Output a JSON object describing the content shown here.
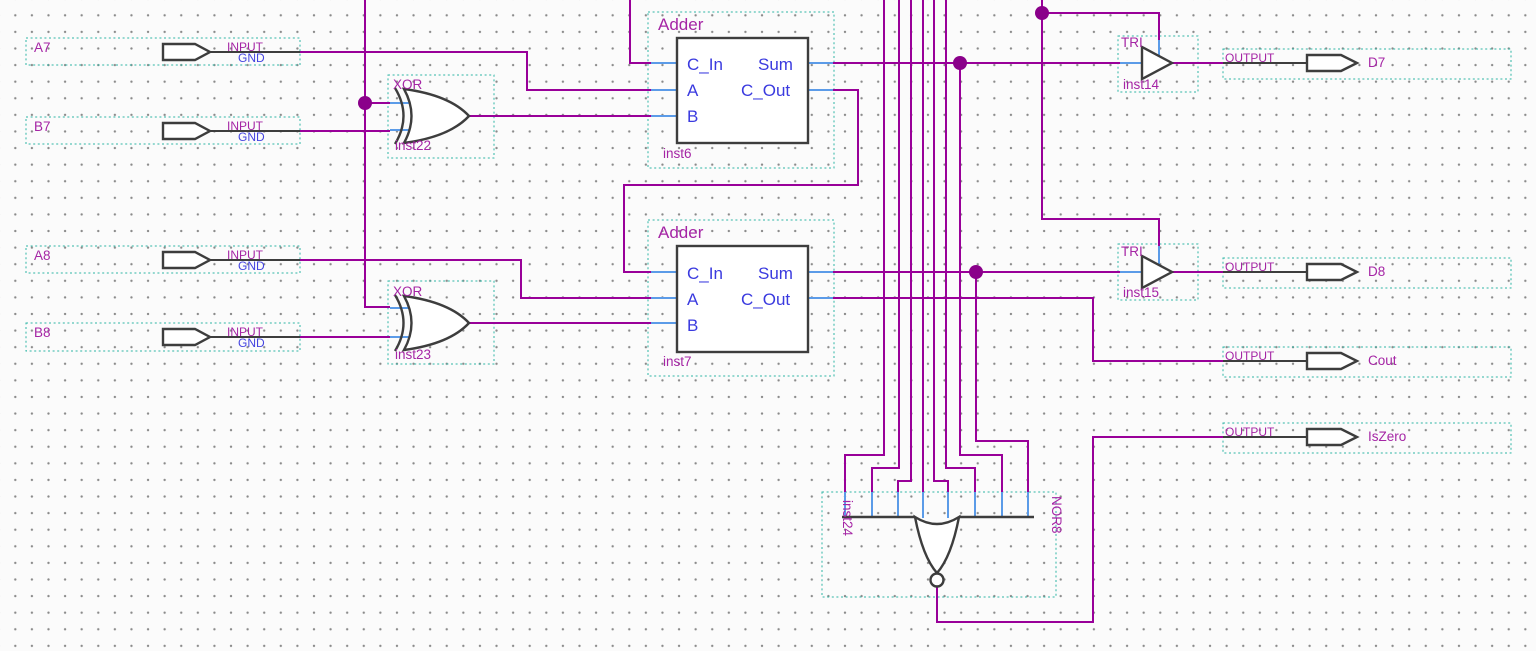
{
  "colors": {
    "wire": "#990099",
    "junction_dot": "#8A008A",
    "port_stub": "#5B9BE8",
    "port_text": "#3A3ADF",
    "symbol_outline": "#3d3d3d",
    "label_text": "#A525A5",
    "gnd_text": "#4444E0",
    "selection_box": "#2FB5A5",
    "background": "#FBFBFB",
    "grid_dot": "#8A8A8A"
  },
  "inputs": [
    {
      "label": "A7",
      "pin": "INPUT",
      "ground": "GND"
    },
    {
      "label": "B7",
      "pin": "INPUT",
      "ground": "GND"
    },
    {
      "label": "A8",
      "pin": "INPUT",
      "ground": "GND"
    },
    {
      "label": "B8",
      "pin": "INPUT",
      "ground": "GND"
    }
  ],
  "outputs": [
    {
      "pin": "OUTPUT",
      "label": "D7"
    },
    {
      "pin": "OUTPUT",
      "label": "D8"
    },
    {
      "pin": "OUTPUT",
      "label": "Cout"
    },
    {
      "pin": "OUTPUT",
      "label": "IsZero"
    }
  ],
  "adders": [
    {
      "title": "Adder",
      "instance": "inst6",
      "ports": {
        "c_in": "C_In",
        "a": "A",
        "b": "B",
        "sum": "Sum",
        "c_out": "C_Out"
      }
    },
    {
      "title": "Adder",
      "instance": "inst7",
      "ports": {
        "c_in": "C_In",
        "a": "A",
        "b": "B",
        "sum": "Sum",
        "c_out": "C_Out"
      }
    }
  ],
  "xor_gates": [
    {
      "type": "XOR",
      "instance": "inst22"
    },
    {
      "type": "XOR",
      "instance": "inst23"
    }
  ],
  "tri_buffers": [
    {
      "type": "TRI",
      "instance": "inst14"
    },
    {
      "type": "TRI",
      "instance": "inst15"
    }
  ],
  "nor_gate": {
    "type": "NOR8",
    "instance": "inst24"
  }
}
